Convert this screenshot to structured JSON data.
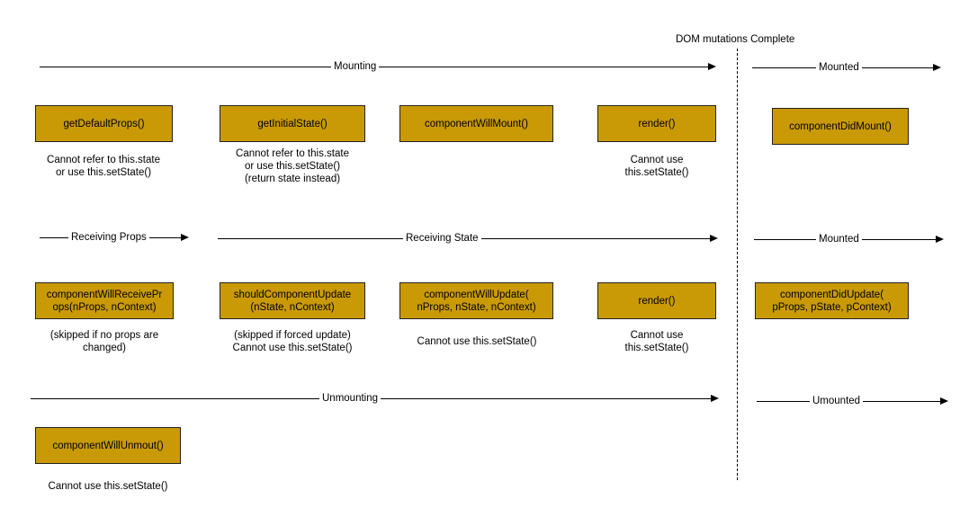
{
  "divider": {
    "label": "DOM mutations Complete"
  },
  "mounting": {
    "arrow_label": "Mounting",
    "mounted_label": "Mounted",
    "boxes": [
      "getDefaultProps()",
      "getInitialState()",
      "componentWillMount()",
      "render()",
      "componentDidMount()"
    ],
    "notes": [
      "Cannot refer to this.state\nor use this.setState()",
      "Cannot refer to this.state\nor use this.setState()\n(return state instead)",
      "Cannot use\nthis.setState()"
    ]
  },
  "updating": {
    "props_label": "Receiving Props",
    "state_label": "Receiving State",
    "mounted_label": "Mounted",
    "boxes": [
      "componentWillReceivePr\nops(nProps, nContext)",
      "shouldComponentUpdate\n(nState, nContext)",
      "componentWillUpdate(\nnProps, nState, nContext)",
      "render()",
      "componentDidUpdate(\npProps, pState, pContext)"
    ],
    "notes": [
      "(skipped if no props are\nchanged)",
      "(skipped if forced update)\nCannot use this.setState()",
      "Cannot use this.setState()",
      "Cannot use\nthis.setState()"
    ]
  },
  "unmounting": {
    "arrow_label": "Unmounting",
    "unmounted_label": "Umounted",
    "box": "componentWillUnmout()",
    "note": "Cannot use this.setState()"
  }
}
